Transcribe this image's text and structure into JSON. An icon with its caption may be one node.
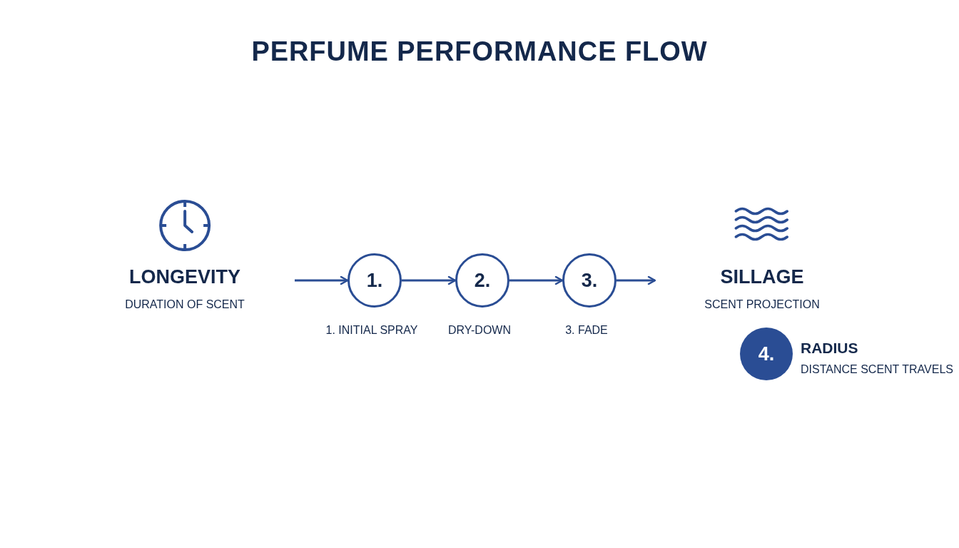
{
  "diagram": {
    "title": "PERFUME PERFORMANCE FLOW",
    "nodes": [
      {
        "text": [
          "LONGEVITY",
          "DURATION OF SCENT"
        ]
      },
      {
        "text": [
          "1."
        ],
        "beside": [
          "1. INITIAL SPRAY"
        ]
      },
      {
        "text": [
          "2."
        ],
        "beside": [
          "DRY-DOWN"
        ]
      },
      {
        "text": [
          "3."
        ],
        "beside": [
          "3. FADE"
        ]
      },
      {
        "text": [
          "SILLAGE",
          "SCENT PROJECTION"
        ]
      },
      {
        "text": [
          "4."
        ],
        "beside": [
          "RADIUS",
          "DISTANCE SCENT TRAVELS"
        ]
      }
    ],
    "edges": [
      {
        "from": null,
        "to": 1,
        "arrow": "to"
      },
      {
        "from": 1,
        "to": 2,
        "arrow": "to"
      },
      {
        "from": 2,
        "to": 3,
        "arrow": "to"
      },
      {
        "from": 3,
        "to": null,
        "arrow": "to"
      }
    ]
  }
}
